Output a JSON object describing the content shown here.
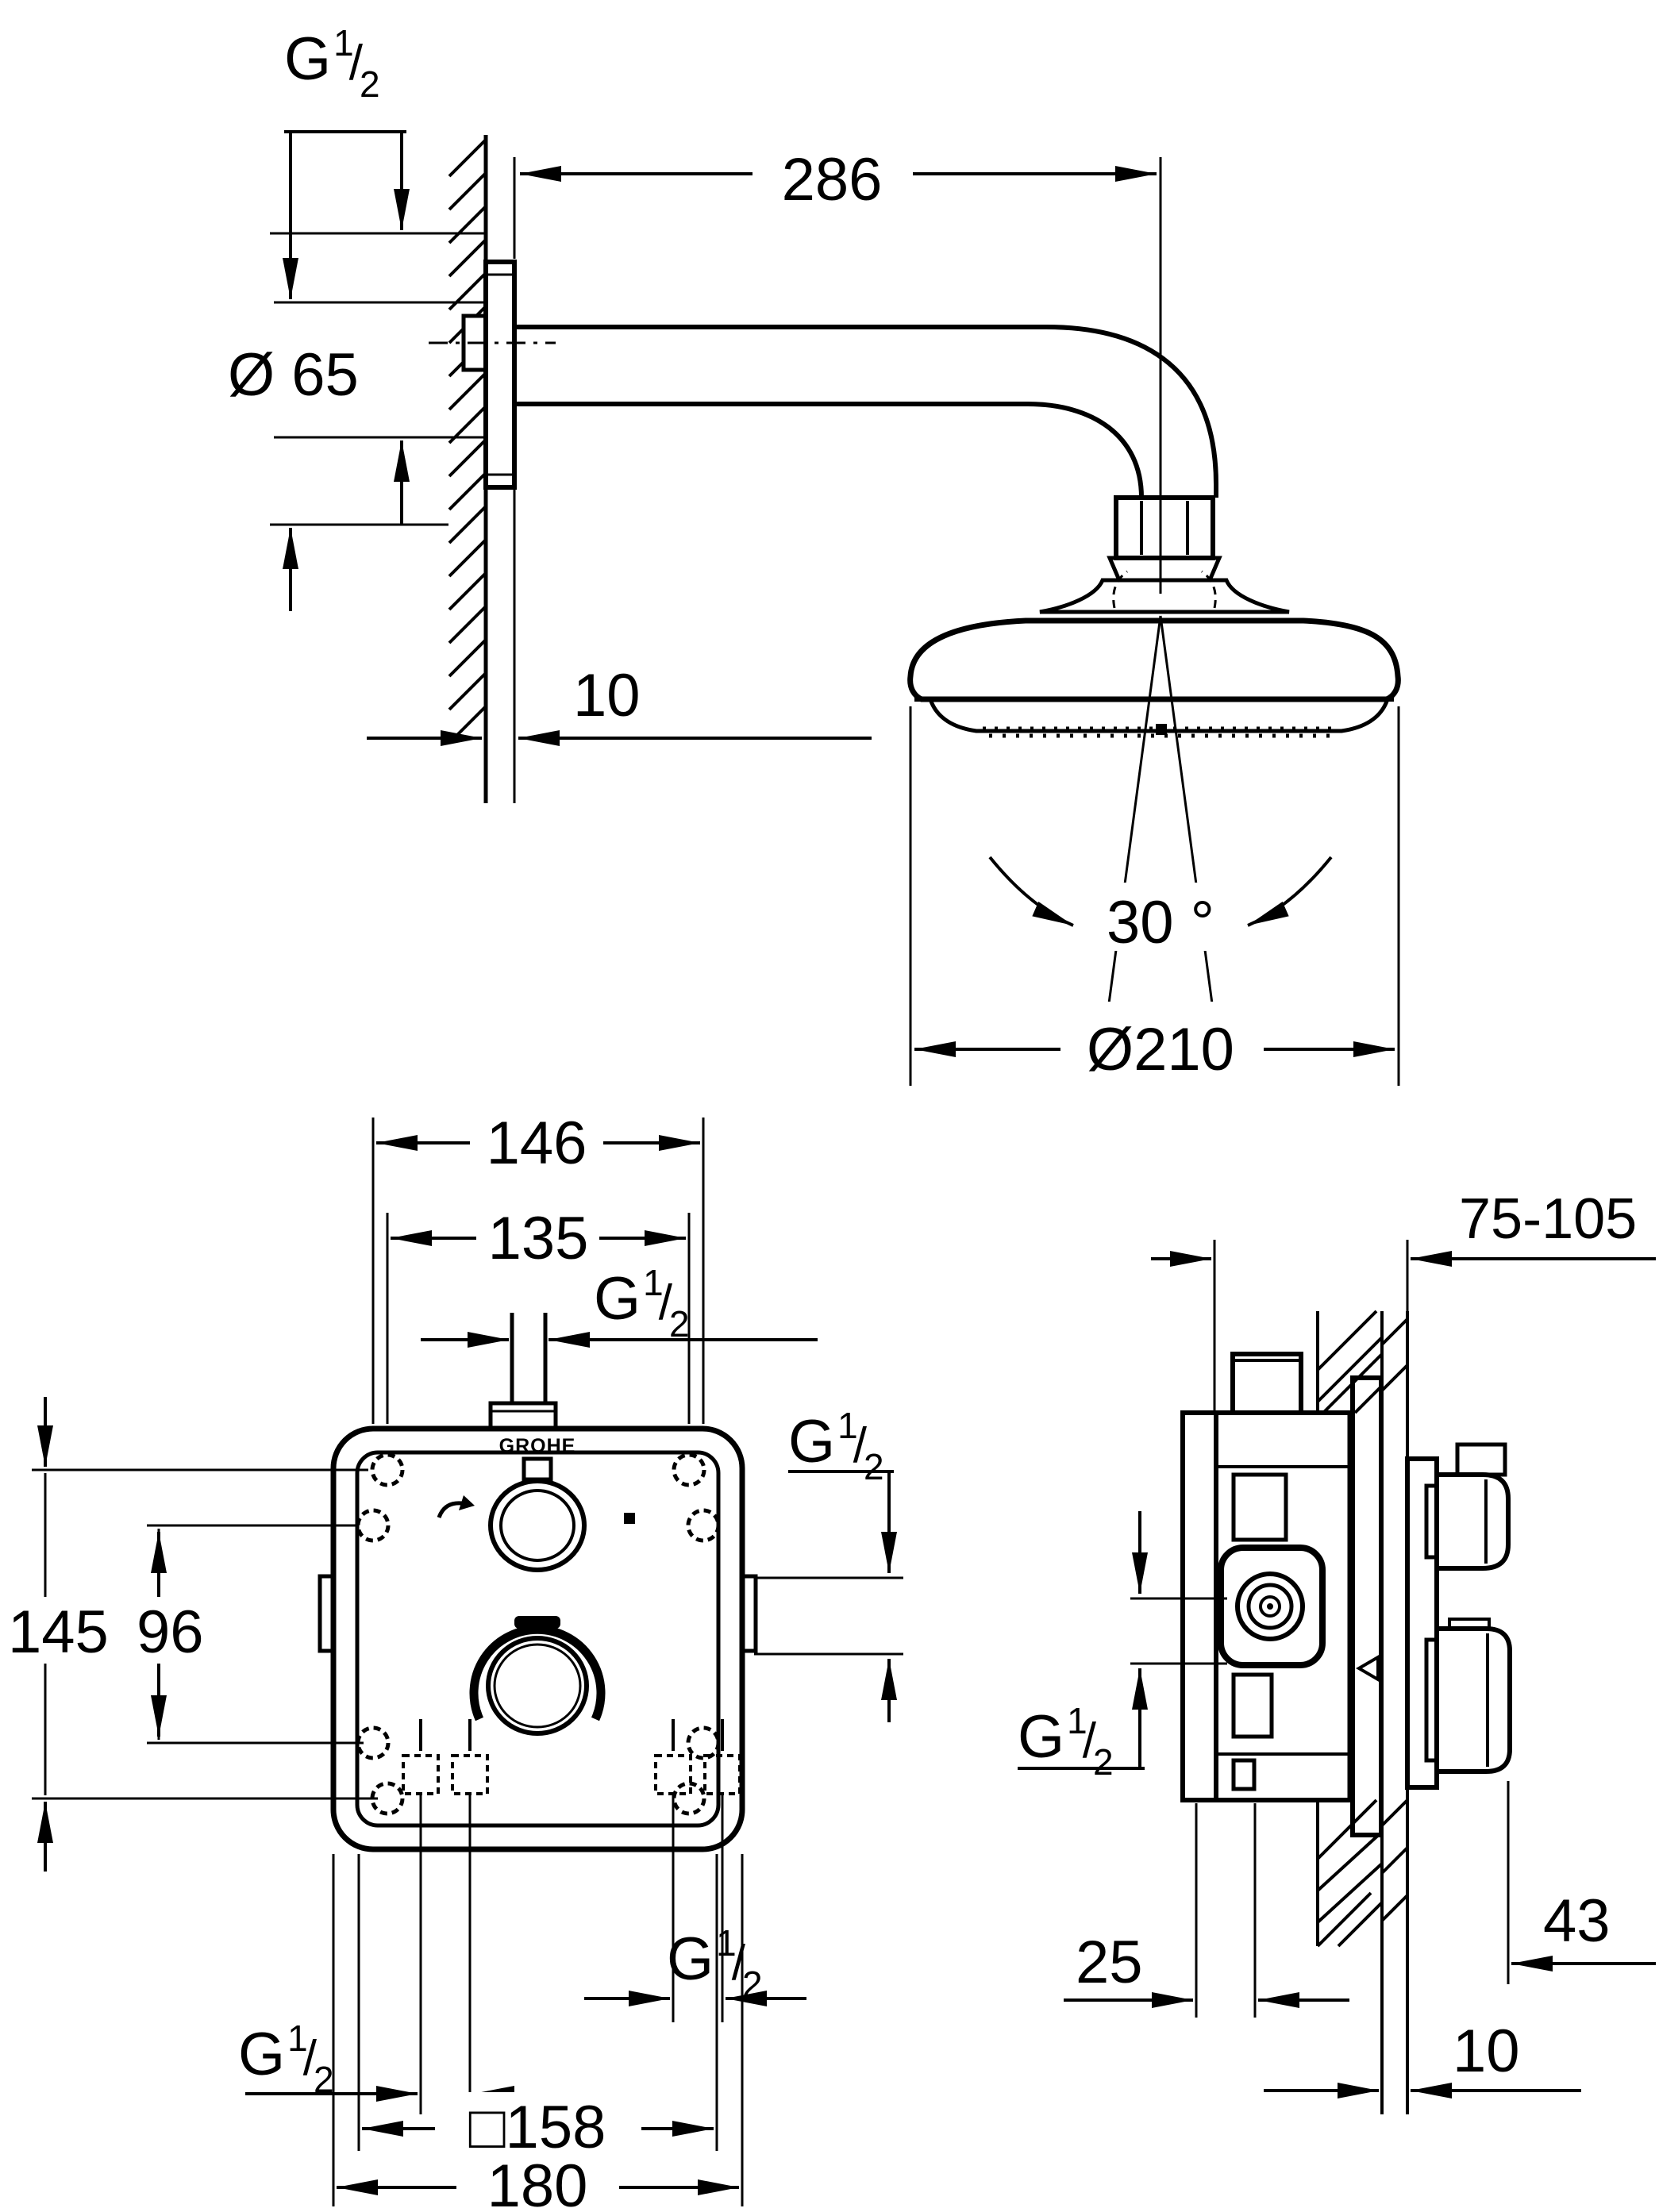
{
  "labels": {
    "g12": {
      "g": "G",
      "num": "1",
      "slash": "/",
      "den": "2"
    }
  },
  "brand": {
    "logo": "GROHE"
  },
  "top_view": {
    "arm_length": "286",
    "flange_diameter": "Ø 65",
    "wall_offset": "10",
    "spray_angle": "30 °",
    "head_diameter": "Ø210"
  },
  "front_view": {
    "width_outer": "146",
    "width_inner": "135",
    "height": "145",
    "inlet_spacing": "96",
    "plate_square": "□158",
    "outer_width": "180"
  },
  "side_view": {
    "mounting_depth": "75-105",
    "front_offset": "25",
    "finish_thickness": "10",
    "handle_depth": "43"
  }
}
